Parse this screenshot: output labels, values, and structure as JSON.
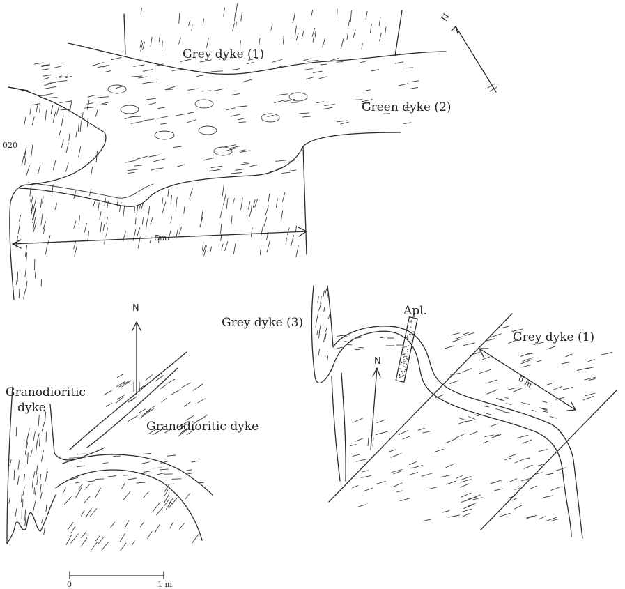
{
  "panel_top": {
    "grey_dyke_label": "Grey dyke (1)",
    "green_dyke_label": "Green dyke (2)",
    "code_label": "020",
    "scale_label": "5m",
    "north_label": "N"
  },
  "panel_bottom_left": {
    "north_label": "N",
    "granodioritic_left_line1": "Granodioritic",
    "granodioritic_left_line2": "dyke",
    "granodioritic_right": "Granodioritic dyke",
    "scale_zero": "0",
    "scale_one": "1 m"
  },
  "panel_bottom_right": {
    "grey_dyke_3": "Grey dyke (3)",
    "aplite_label": "Apl.",
    "north_label": "N",
    "grey_dyke_1": "Grey dyke (1)",
    "width_label": "6 m"
  }
}
